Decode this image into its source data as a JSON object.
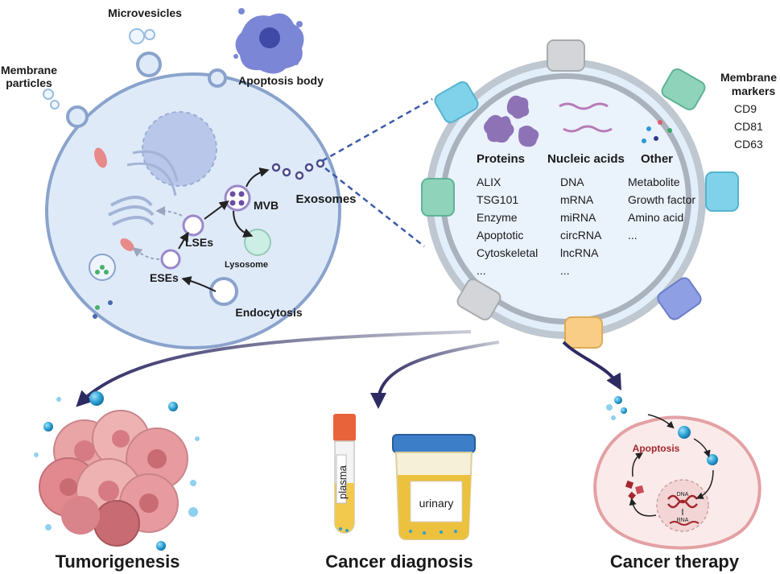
{
  "cell": {
    "microvesicles": "Microvesicles",
    "apoptosis_body": "Apoptosis body",
    "membrane_particles_1": "Membrane",
    "membrane_particles_2": "particles",
    "mvb": "MVB",
    "lses": "LSEs",
    "eses": "ESEs",
    "lysosome": "Lysosome",
    "endocytosis": "Endocytosis",
    "exosomes": "Exosomes"
  },
  "exosome": {
    "proteins": {
      "title": "Proteins",
      "items": [
        "ALIX",
        "TSG101",
        "Enzyme",
        "Apoptotic",
        "Cytoskeletal",
        "..."
      ]
    },
    "nucleic_acids": {
      "title": "Nucleic acids",
      "items": [
        "DNA",
        "mRNA",
        "miRNA",
        "circRNA",
        "lncRNA",
        "..."
      ]
    },
    "other": {
      "title": "Other",
      "items": [
        "Metabolite",
        "Growth factor",
        "Amino acid",
        "..."
      ]
    },
    "membrane_markers": {
      "title_1": "Membrane",
      "title_2": "markers",
      "items": [
        "CD9",
        "CD81",
        "CD63"
      ]
    }
  },
  "applications": {
    "tumorigenesis": "Tumorigenesis",
    "diagnosis": "Cancer diagnosis",
    "therapy": "Cancer therapy",
    "plasma_label": "plasma",
    "urinary_label": "urinary",
    "apoptosis_label": "Apoptosis",
    "dna_label": "DNA",
    "rna_label": "RNA"
  },
  "colors": {
    "cell_fill": "#dfeaf9",
    "cell_stroke": "#8aa3cc",
    "exosome_ring": "#b5bec8",
    "exosome_core": "#e9f1fb",
    "accent_dark": "#2e2b63",
    "tumor_pink": "#e79a9f",
    "apoptosis_red": "#a3272f"
  }
}
